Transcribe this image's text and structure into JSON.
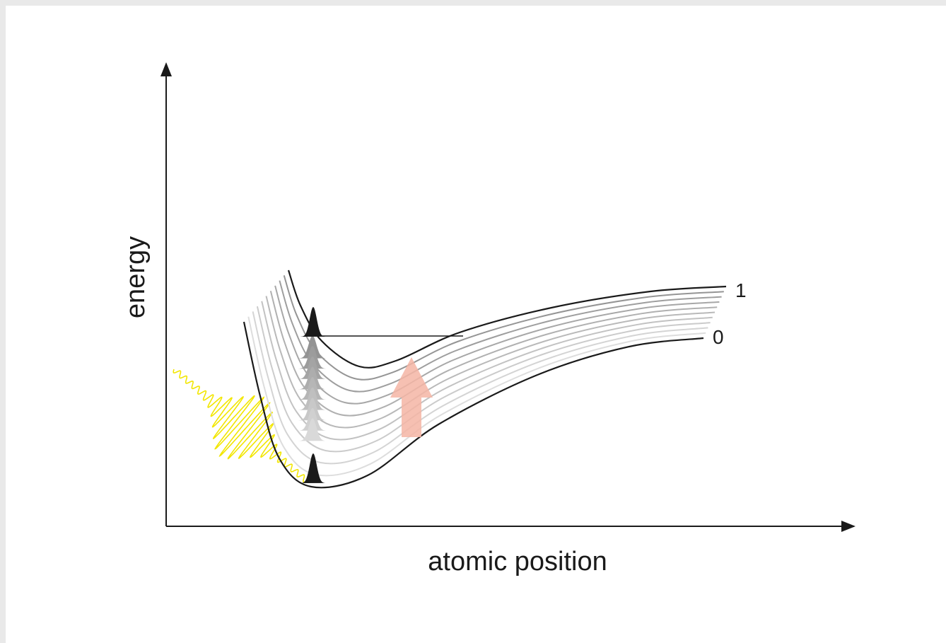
{
  "axes": {
    "x_label": "atomic position",
    "y_label": "energy"
  },
  "curves": {
    "upper_label": "1",
    "lower_label": "0",
    "intermediate_count": 9
  },
  "colors": {
    "curve_dark": "#1a1a1a",
    "curve_light": "#e6e6e6",
    "excitation_arrow": "#f5b5a5",
    "photon": "#f2e600",
    "wavepacket": "#1a1a1a",
    "axis": "#1a1a1a"
  }
}
